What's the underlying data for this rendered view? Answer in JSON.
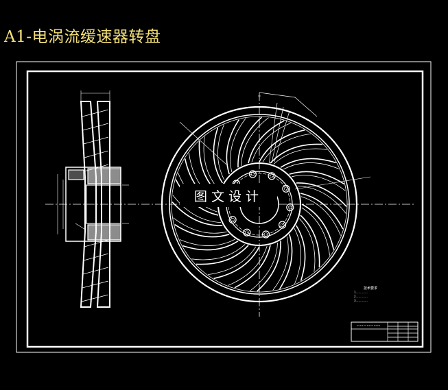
{
  "title": "A1-电涡流缓速器转盘",
  "watermark": "图文设计",
  "colors": {
    "background": "#000000",
    "lines": "#ffffff",
    "title": "#f4e17a"
  },
  "technical_notes": {
    "heading": "技术要求",
    "lines": [
      "1.…………",
      "2.…………",
      "3.…………"
    ]
  },
  "drawing": {
    "views": [
      "section-view",
      "front-view"
    ],
    "blade_count": 24,
    "bolt_hole_count": 10
  }
}
